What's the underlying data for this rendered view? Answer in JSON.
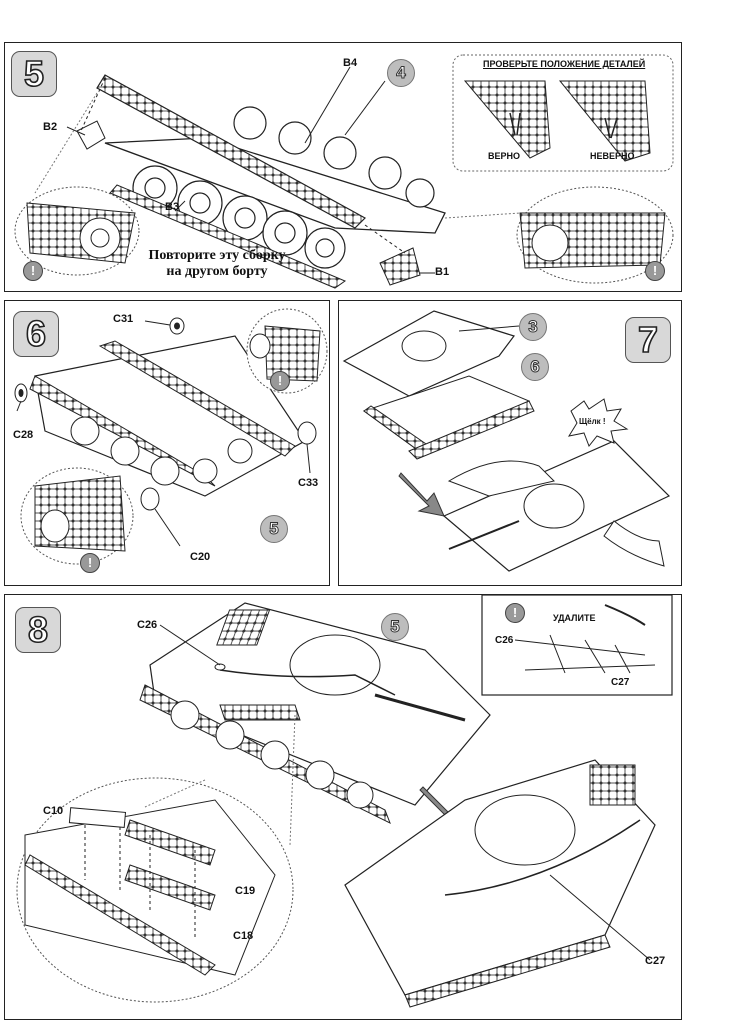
{
  "steps": {
    "s5": {
      "number": "5",
      "badge": "4",
      "labels": {
        "b2": "B2",
        "b3": "B3",
        "b4": "B4",
        "b1": "B1"
      },
      "check_title": "ПРОВЕРЬТЕ ПОЛОЖЕНИЕ ДЕТАЛЕЙ",
      "correct": "ВЕРНО",
      "wrong": "НЕВЕРНО",
      "note_line1": "Повторите эту сборку",
      "note_line2": "на другом борту",
      "warn": "!"
    },
    "s6": {
      "number": "6",
      "badge": "5",
      "labels": {
        "c31": "C31",
        "c28": "C28",
        "c33": "C33",
        "c20": "C20"
      },
      "warn": "!"
    },
    "s7": {
      "number": "7",
      "badge_top": "3",
      "badge_bottom": "6",
      "click": "Щёлк !"
    },
    "s8": {
      "number": "8",
      "badge": "5",
      "labels": {
        "c26": "C26",
        "c10": "C10",
        "c19": "C19",
        "c18": "C18",
        "c27": "C27"
      },
      "inset": {
        "warn": "!",
        "remove": "УДАЛИТЕ",
        "c26": "C26",
        "c27": "C27"
      }
    }
  },
  "colors": {
    "line": "#222222",
    "badge_fill": "#bdbdbd",
    "step_fill": "#d8d8d8"
  }
}
